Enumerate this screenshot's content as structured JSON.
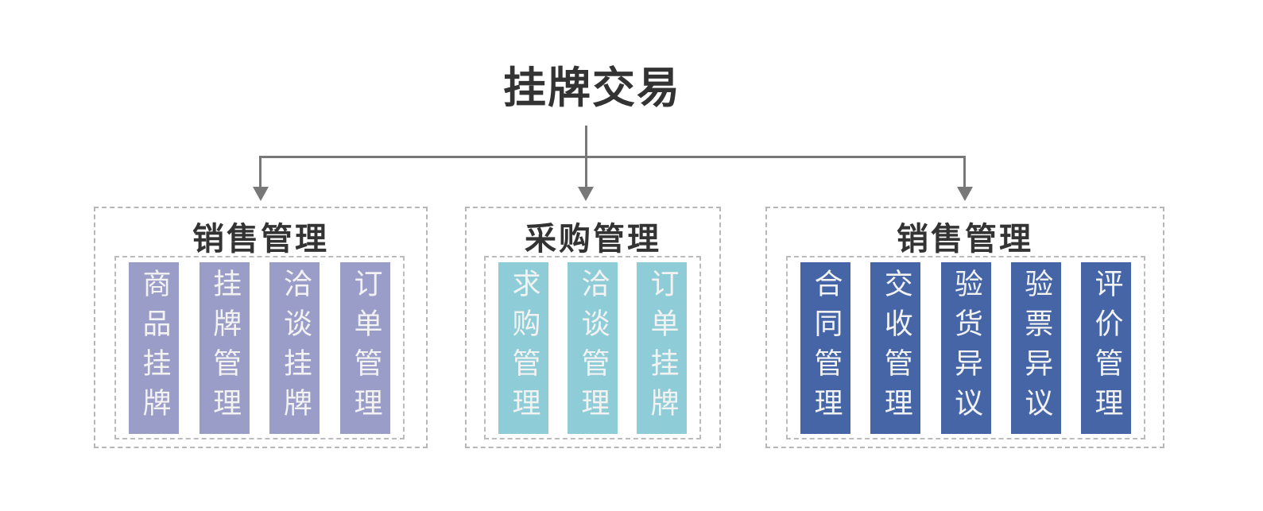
{
  "title": "挂牌交易",
  "colors": {
    "connector_line": "#787878",
    "dashed_border": "#b7b7b7",
    "header_text": "#333333",
    "bar_text": "#f2f2f2",
    "group1_bar": "#9a9dc8",
    "group2_bar": "#8ecdd7",
    "group3_bar": "#4565a7"
  },
  "groups": [
    {
      "header": "销售管理",
      "bar_color": "#9a9dc8",
      "items": [
        "商品挂牌",
        "挂牌管理",
        "洽谈挂牌",
        "订单管理"
      ]
    },
    {
      "header": "采购管理",
      "bar_color": "#8ecdd7",
      "items": [
        "求购管理",
        "洽谈管理",
        "订单挂牌"
      ]
    },
    {
      "header": "销售管理",
      "bar_color": "#4565a7",
      "items": [
        "合同管理",
        "交收管理",
        "验货异议",
        "验票异议",
        "评价管理"
      ]
    }
  ]
}
